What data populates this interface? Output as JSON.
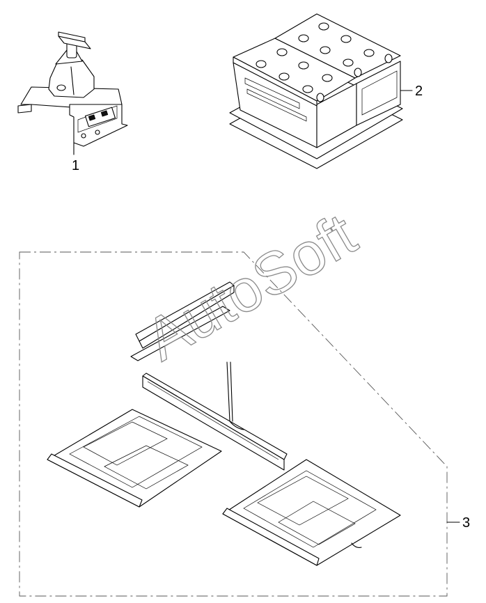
{
  "diagram": {
    "callouts": [
      {
        "id": "item-1",
        "label": "1"
      },
      {
        "id": "item-2",
        "label": "2"
      },
      {
        "id": "item-3",
        "label": "3"
      }
    ],
    "watermark": "AutoSoft"
  }
}
